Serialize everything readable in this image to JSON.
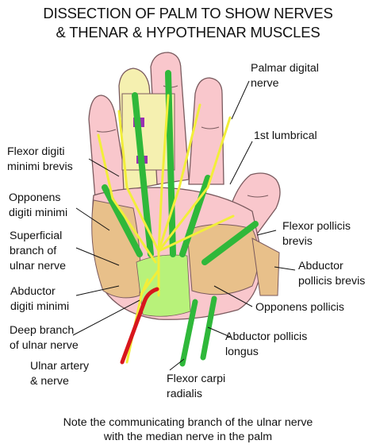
{
  "title": {
    "line1": "DISSECTION OF PALM TO SHOW NERVES",
    "line2": "& THENAR & HYPOTHENAR MUSCLES"
  },
  "labels": {
    "palmar_digital_nerve": "Palmar digital\nnerve",
    "first_lumbrical": "1st lumbrical",
    "flexor_digiti_minimi_brevis": "Flexor digiti\nminimi brevis",
    "opponens_digiti_minimi": "Opponens\ndigiti minimi",
    "superficial_branch_ulnar": "Superficial\nbranch of\nulnar nerve",
    "flexor_pollicis_brevis": "Flexor pollicis\nbrevis",
    "abductor_pollicis_brevis": "Abductor\npollicis brevis",
    "abductor_digiti_minimi": "Abductor\ndigiti minimi",
    "opponens_pollicis": "Opponens pollicis",
    "deep_branch_ulnar": "Deep branch\nof ulnar nerve",
    "abductor_pollicis_longus": "Abductor pollicis\nlongus",
    "ulnar_artery_nerve": "Ulnar artery\n& nerve",
    "flexor_carpi_radialis": "Flexor carpi\nradialis"
  },
  "note": {
    "line1": "Note the communicating branch of the ulnar nerve",
    "line2": "with the median nerve in the palm"
  },
  "colors": {
    "skin": "#f9c7cc",
    "skin_outline": "#7a5a5e",
    "nerve": "#f2ee3a",
    "tendon": "#2fb83a",
    "muscle": "#e8c08a",
    "artery": "#d8161c",
    "palm_green": "#b8f27a",
    "pale": "#f5f0b0",
    "purple": "#9a2fb3"
  }
}
